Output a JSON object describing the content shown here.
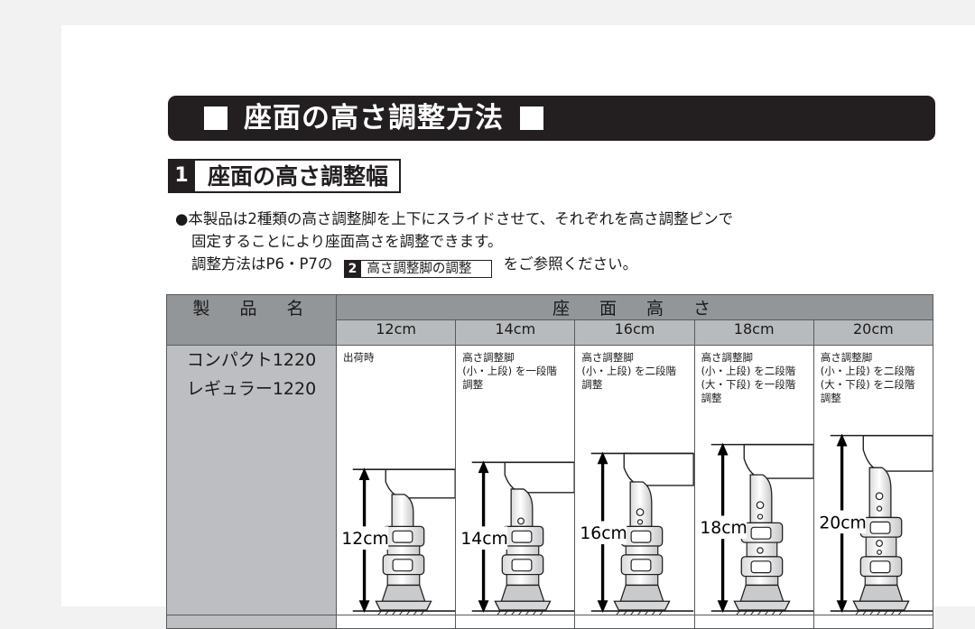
{
  "document": {
    "title_banner": {
      "text": "座面の高さ調整方法",
      "bullet_left": "black-square-marker",
      "bullet_right": "black-square-marker",
      "background": "#231f20",
      "text_color": "#ffffff"
    },
    "section": {
      "number": "1",
      "label": "座面の高さ調整幅"
    },
    "body": {
      "line1": "●本製品は2種類の高さ調整脚を上下にスライドさせて、それぞれを高さ調整ピンで",
      "line2": "固定することにより座面高さを調整できます。",
      "line3_before": "調整方法はP6・P7の",
      "reference": {
        "number": "2",
        "label": "高さ調整脚の調整"
      },
      "line3_after": "をご参照ください。"
    },
    "table": {
      "header": {
        "product_name": "製　品　名",
        "group_label": "座　面　高　さ",
        "heights": [
          "12cm",
          "14cm",
          "16cm",
          "18cm",
          "20cm"
        ]
      },
      "rows": [
        {
          "product_lines": [
            "コンパクト1220",
            "レギュラー1220"
          ],
          "cells": [
            {
              "note": "出荷時",
              "dimension_label": "12cm",
              "figure": "chair-leg-12cm"
            },
            {
              "note": "高さ調整脚\n(小・上段) を一段階\n調整",
              "dimension_label": "14cm",
              "figure": "chair-leg-14cm"
            },
            {
              "note": "高さ調整脚\n(小・上段) を二段階\n調整",
              "dimension_label": "16cm",
              "figure": "chair-leg-16cm"
            },
            {
              "note": "高さ調整脚\n(小・上段) を二段階\n(大・下段) を一段階\n調整",
              "dimension_label": "18cm",
              "figure": "chair-leg-18cm"
            },
            {
              "note": "高さ調整脚\n(小・上段) を二段階\n(大・下段) を二段階\n調整",
              "dimension_label": "20cm",
              "figure": "chair-leg-20cm"
            }
          ]
        }
      ]
    },
    "colors": {
      "page_background": "#f2f2f2",
      "sheet": "#ffffff",
      "ink": "#231f20",
      "header_gray": "#939699",
      "subheader_gray": "#b8bbbd",
      "product_cell_gray": "#bcbec1",
      "rule": "#595a5c"
    }
  }
}
